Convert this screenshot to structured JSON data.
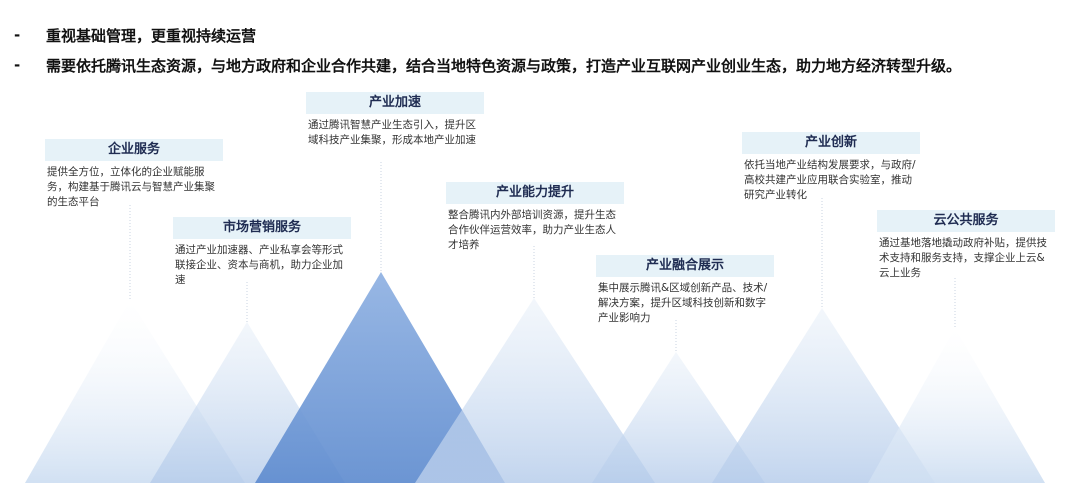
{
  "bullets": [
    {
      "dash": "-",
      "text": "重视基础管理，更重视持续运营"
    },
    {
      "dash": "-",
      "text": "需要依托腾讯生态资源，与地方政府和企业合作共建，结合当地特色资源与政策，打造产业互联网产业创业生态，助力地方经济转型升级。"
    }
  ],
  "cards": [
    {
      "title": "企业服务",
      "desc": "提供全方位，立体化的企业赋能服务，构建基于腾讯云与智慧产业集聚的生态平台"
    },
    {
      "title": "市场营销服务",
      "desc": "通过产业加速器、产业私享会等形式联接企业、资本与商机，助力企业加速"
    },
    {
      "title": "产业加速",
      "desc": "通过腾讯智慧产业生态引入，提升区域科技产业集聚，形成本地产业加速"
    },
    {
      "title": "产业能力提升",
      "desc": "整合腾讯内外部培训资源，提升生态合作伙伴运营效率，助力产业生态人才培养"
    },
    {
      "title": "产业融合展示",
      "desc": "集中展示腾讯&区域创新产品、技术/解决方案，提升区域科技创新和数字产业影响力"
    },
    {
      "title": "产业创新",
      "desc": "依托当地产业结构发展要求，与政府/高校共建产业应用联合实验室，推动研究产业转化"
    },
    {
      "title": "云公共服务",
      "desc": "通过基地落地撬动政府补贴，提供技术支持和服务支持，支撑企业上云&云上业务"
    }
  ],
  "colors": {
    "header_bg": "#e6f2f8",
    "header_text": "#1f2c52",
    "mountain_light": "#dbe7f5",
    "mountain_mid": "#b7cdeb",
    "mountain_dark": "#6f98d6"
  }
}
